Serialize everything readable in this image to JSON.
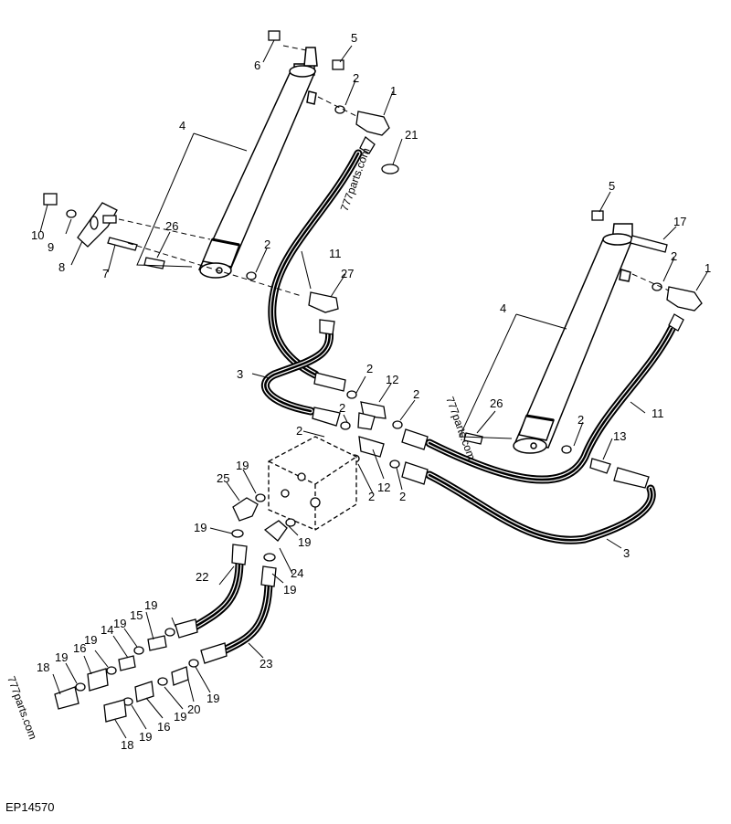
{
  "diagram": {
    "caption": "EP14570",
    "watermark": "777parts.com",
    "callouts": [
      {
        "id": "c6",
        "label": "6"
      },
      {
        "id": "c5a",
        "label": "5"
      },
      {
        "id": "c2a",
        "label": "2"
      },
      {
        "id": "c1a",
        "label": "1"
      },
      {
        "id": "c4a",
        "label": "4"
      },
      {
        "id": "c21",
        "label": "21"
      },
      {
        "id": "c10",
        "label": "10"
      },
      {
        "id": "c9",
        "label": "9"
      },
      {
        "id": "c8",
        "label": "8"
      },
      {
        "id": "c7",
        "label": "7"
      },
      {
        "id": "c26a",
        "label": "26"
      },
      {
        "id": "c2b",
        "label": "2"
      },
      {
        "id": "c11a",
        "label": "11"
      },
      {
        "id": "c27",
        "label": "27"
      },
      {
        "id": "c5b",
        "label": "5"
      },
      {
        "id": "c17",
        "label": "17"
      },
      {
        "id": "c2c",
        "label": "2"
      },
      {
        "id": "c1b",
        "label": "1"
      },
      {
        "id": "c4b",
        "label": "4"
      },
      {
        "id": "c3a",
        "label": "3"
      },
      {
        "id": "c2d",
        "label": "2"
      },
      {
        "id": "c12a",
        "label": "12"
      },
      {
        "id": "c2e",
        "label": "2"
      },
      {
        "id": "c2f",
        "label": "2"
      },
      {
        "id": "c26b",
        "label": "26"
      },
      {
        "id": "c11b",
        "label": "11"
      },
      {
        "id": "c2g",
        "label": "2"
      },
      {
        "id": "c2h",
        "label": "2"
      },
      {
        "id": "c13",
        "label": "13"
      },
      {
        "id": "c19a",
        "label": "19"
      },
      {
        "id": "c25",
        "label": "25"
      },
      {
        "id": "c2i",
        "label": "2"
      },
      {
        "id": "c12b",
        "label": "12"
      },
      {
        "id": "c2j",
        "label": "2"
      },
      {
        "id": "c19b",
        "label": "19"
      },
      {
        "id": "c19c",
        "label": "19"
      },
      {
        "id": "c24",
        "label": "24"
      },
      {
        "id": "c22",
        "label": "22"
      },
      {
        "id": "c19d",
        "label": "19"
      },
      {
        "id": "c3b",
        "label": "3"
      },
      {
        "id": "c19e",
        "label": "19"
      },
      {
        "id": "c15",
        "label": "15"
      },
      {
        "id": "c19f",
        "label": "19"
      },
      {
        "id": "c14",
        "label": "14"
      },
      {
        "id": "c19g",
        "label": "19"
      },
      {
        "id": "c19h",
        "label": "19"
      },
      {
        "id": "c16a",
        "label": "16"
      },
      {
        "id": "c23",
        "label": "23"
      },
      {
        "id": "c18a",
        "label": "18"
      },
      {
        "id": "c20",
        "label": "20"
      },
      {
        "id": "c19i",
        "label": "19"
      },
      {
        "id": "c19j",
        "label": "19"
      },
      {
        "id": "c16b",
        "label": "16"
      },
      {
        "id": "c19k",
        "label": "19"
      },
      {
        "id": "c18b",
        "label": "18"
      }
    ]
  }
}
